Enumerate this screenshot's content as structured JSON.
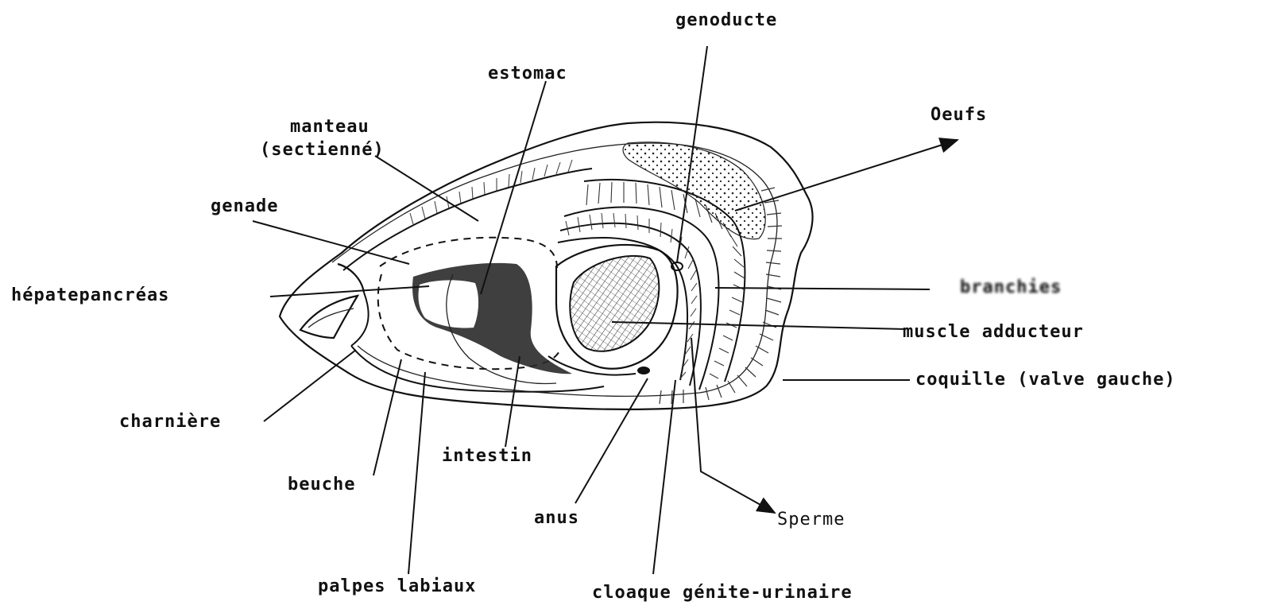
{
  "diagram": {
    "labels": {
      "gonoducte": "genoducte",
      "estomac": "estomac",
      "oeufs": "Oeufs",
      "manteau_l1": "manteau",
      "manteau_l2": "(sectienné)",
      "gonade": "genade",
      "hepatopancreas": "hépatepancréas",
      "branchies": "branchies",
      "muscle": "muscle adducteur",
      "coquille": "coquille (valve gauche)",
      "charniere": "charnière",
      "intestin": "intestin",
      "bouche": "beuche",
      "anus": "anus",
      "sperme": "Sperme",
      "palpes": "palpes labiaux",
      "cloaque": "cloaque génite-urinaire"
    }
  }
}
